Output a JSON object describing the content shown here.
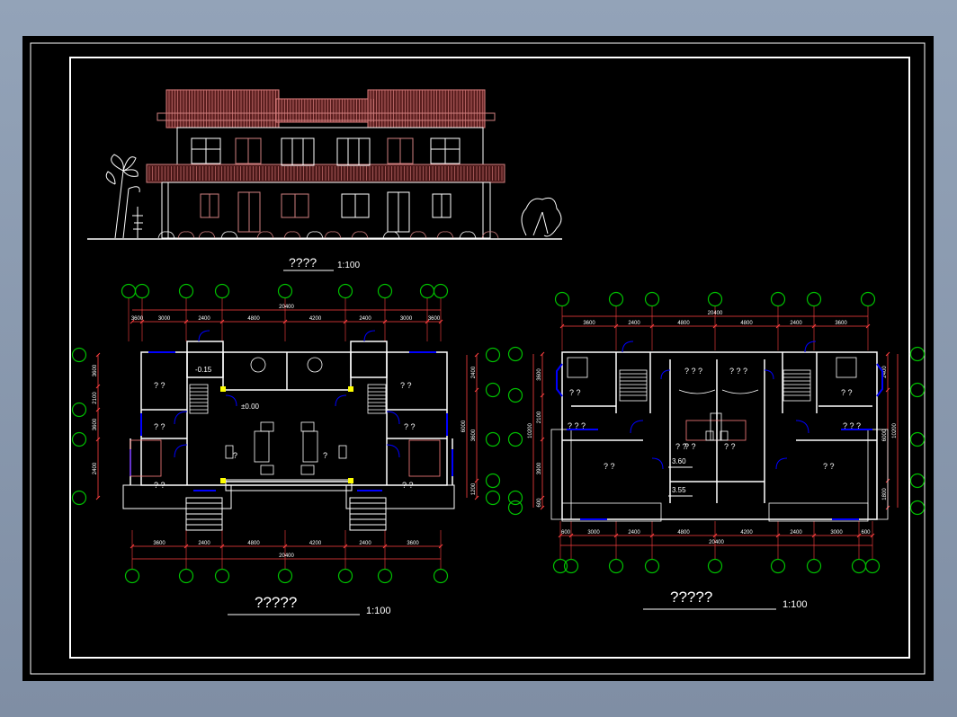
{
  "colors": {
    "background": "#000000",
    "frame": "#ffffff",
    "roof": "#c87070",
    "dimension": "#ff4040",
    "axis": "#00c000",
    "window": "#0000ff",
    "column": "#ffff00"
  },
  "elevation": {
    "title": "????",
    "scale": "1:100"
  },
  "plan_ground": {
    "title": "?????",
    "scale": "1:100",
    "overall_dim": "20400",
    "top_dims": [
      "3600",
      "3000",
      "2400",
      "4800",
      "4200",
      "2400",
      "3000",
      "3600"
    ],
    "bottom_dims": [
      "3600",
      "2400",
      "4800",
      "4200",
      "2400",
      "3600"
    ],
    "left_dims": [
      "3600",
      "2100",
      "3600",
      "2400"
    ],
    "right_dims": [
      "2400",
      "3600",
      "1200"
    ],
    "right_total": "6000",
    "levels": [
      "-0.15",
      "±0.00"
    ],
    "room_labels": [
      "? ?",
      "? ?",
      "? ?",
      "? ?",
      "? ?",
      "? ?",
      "?",
      "?"
    ]
  },
  "plan_upper": {
    "title": "?????",
    "scale": "1:100",
    "overall_dim": "20400",
    "top_dims": [
      "3600",
      "2400",
      "4800",
      "4800",
      "2400",
      "3600"
    ],
    "bottom_dims": [
      "600",
      "3000",
      "2400",
      "4800",
      "4200",
      "2400",
      "3000",
      "600"
    ],
    "left_dims": [
      "3600",
      "2100",
      "3900",
      "600"
    ],
    "left_total": "10200",
    "right_dims": [
      "2400",
      "6000",
      "1800"
    ],
    "right_total": "10200",
    "levels": [
      "3.60",
      "3.55"
    ],
    "room_labels": [
      "? ?",
      "? ? ?",
      "? ? ?",
      "? ? ?",
      "? ?",
      "? ? ?",
      "? ?",
      "? ?",
      "? ?",
      "? ?",
      "? ?"
    ]
  }
}
